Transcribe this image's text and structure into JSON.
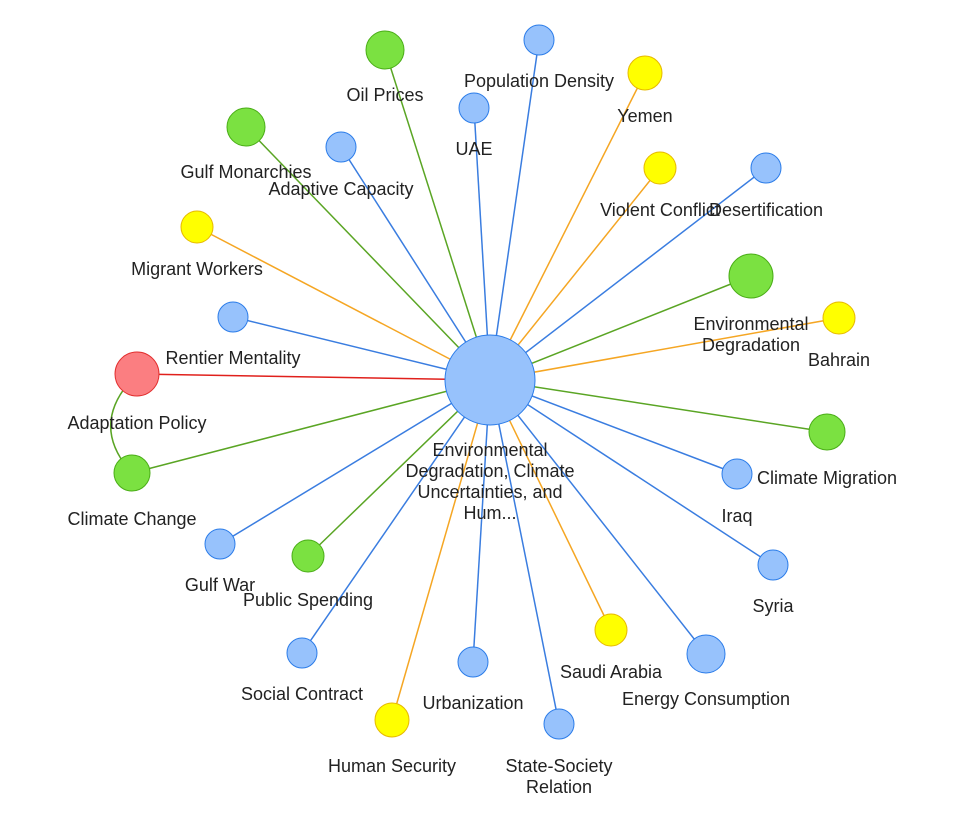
{
  "colors": {
    "blue": "#97c2fc",
    "blue_border": "#2b7ce9",
    "blue_edge": "#3a7de0",
    "green": "#7be141",
    "green_border": "#4aad17",
    "green_edge": "#5aa524",
    "yellow": "#ffff00",
    "yellow_border": "#e6b800",
    "yellow_edge": "#f5a623",
    "red": "#fb7e81",
    "red_border": "#e22e2e",
    "red_edge": "#e0201c"
  },
  "center": {
    "id": "center",
    "label_lines": [
      "Environmental",
      "Degradation, Climate",
      "Uncertainties, and",
      "Hum..."
    ],
    "color": "blue"
  },
  "nodes": [
    {
      "id": "oil-prices",
      "label_lines": [
        "Oil Prices"
      ],
      "color": "green"
    },
    {
      "id": "population-density",
      "label_lines": [
        "Population Density"
      ],
      "color": "blue"
    },
    {
      "id": "yemen",
      "label_lines": [
        "Yemen"
      ],
      "color": "yellow"
    },
    {
      "id": "uae",
      "label_lines": [
        "UAE"
      ],
      "color": "blue"
    },
    {
      "id": "gulf-monarchies",
      "label_lines": [
        "Gulf Monarchies"
      ],
      "color": "green"
    },
    {
      "id": "adaptive-capacity",
      "label_lines": [
        "Adaptive Capacity"
      ],
      "color": "blue"
    },
    {
      "id": "violent-conflict",
      "label_lines": [
        "Violent Conflict"
      ],
      "color": "yellow"
    },
    {
      "id": "desertification",
      "label_lines": [
        "Desertification"
      ],
      "color": "blue"
    },
    {
      "id": "migrant-workers",
      "label_lines": [
        "Migrant Workers"
      ],
      "color": "yellow"
    },
    {
      "id": "environmental-degradation",
      "label_lines": [
        "Environmental",
        "Degradation"
      ],
      "color": "green"
    },
    {
      "id": "bahrain",
      "label_lines": [
        "Bahrain"
      ],
      "color": "yellow"
    },
    {
      "id": "rentier-mentality",
      "label_lines": [
        "Rentier Mentality"
      ],
      "color": "blue"
    },
    {
      "id": "adaptation-policy",
      "label_lines": [
        "Adaptation Policy"
      ],
      "color": "red"
    },
    {
      "id": "climate-migration",
      "label_lines": [
        "Climate Migration"
      ],
      "color": "green"
    },
    {
      "id": "climate-change",
      "label_lines": [
        "Climate Change"
      ],
      "color": "green"
    },
    {
      "id": "iraq",
      "label_lines": [
        "Iraq"
      ],
      "color": "blue"
    },
    {
      "id": "gulf-war",
      "label_lines": [
        "Gulf War"
      ],
      "color": "blue"
    },
    {
      "id": "public-spending",
      "label_lines": [
        "Public Spending"
      ],
      "color": "green"
    },
    {
      "id": "syria",
      "label_lines": [
        "Syria"
      ],
      "color": "blue"
    },
    {
      "id": "social-contract",
      "label_lines": [
        "Social Contract"
      ],
      "color": "blue"
    },
    {
      "id": "urbanization",
      "label_lines": [
        "Urbanization"
      ],
      "color": "blue"
    },
    {
      "id": "saudi-arabia",
      "label_lines": [
        "Saudi Arabia"
      ],
      "color": "yellow"
    },
    {
      "id": "energy-consumption",
      "label_lines": [
        "Energy Consumption"
      ],
      "color": "blue"
    },
    {
      "id": "human-security",
      "label_lines": [
        "Human Security"
      ],
      "color": "yellow"
    },
    {
      "id": "state-society-relation",
      "label_lines": [
        "State-Society",
        "Relation"
      ],
      "color": "blue"
    }
  ],
  "edges": [
    {
      "from": "center",
      "to": "oil-prices",
      "color": "green"
    },
    {
      "from": "center",
      "to": "population-density",
      "color": "blue"
    },
    {
      "from": "center",
      "to": "yemen",
      "color": "yellow"
    },
    {
      "from": "center",
      "to": "uae",
      "color": "blue"
    },
    {
      "from": "center",
      "to": "gulf-monarchies",
      "color": "green"
    },
    {
      "from": "center",
      "to": "adaptive-capacity",
      "color": "blue"
    },
    {
      "from": "center",
      "to": "violent-conflict",
      "color": "yellow"
    },
    {
      "from": "center",
      "to": "desertification",
      "color": "blue"
    },
    {
      "from": "center",
      "to": "migrant-workers",
      "color": "yellow"
    },
    {
      "from": "center",
      "to": "environmental-degradation",
      "color": "green"
    },
    {
      "from": "center",
      "to": "bahrain",
      "color": "yellow"
    },
    {
      "from": "center",
      "to": "rentier-mentality",
      "color": "blue"
    },
    {
      "from": "center",
      "to": "adaptation-policy",
      "color": "red"
    },
    {
      "from": "center",
      "to": "climate-migration",
      "color": "green"
    },
    {
      "from": "center",
      "to": "climate-change",
      "color": "green"
    },
    {
      "from": "center",
      "to": "iraq",
      "color": "blue"
    },
    {
      "from": "center",
      "to": "gulf-war",
      "color": "blue"
    },
    {
      "from": "center",
      "to": "public-spending",
      "color": "green"
    },
    {
      "from": "center",
      "to": "syria",
      "color": "blue"
    },
    {
      "from": "center",
      "to": "social-contract",
      "color": "blue"
    },
    {
      "from": "center",
      "to": "urbanization",
      "color": "blue"
    },
    {
      "from": "center",
      "to": "saudi-arabia",
      "color": "yellow"
    },
    {
      "from": "center",
      "to": "energy-consumption",
      "color": "blue"
    },
    {
      "from": "center",
      "to": "human-security",
      "color": "yellow"
    },
    {
      "from": "center",
      "to": "state-society-relation",
      "color": "blue"
    },
    {
      "from": "adaptation-policy",
      "to": "climate-change",
      "color": "green",
      "curved": true
    }
  ]
}
